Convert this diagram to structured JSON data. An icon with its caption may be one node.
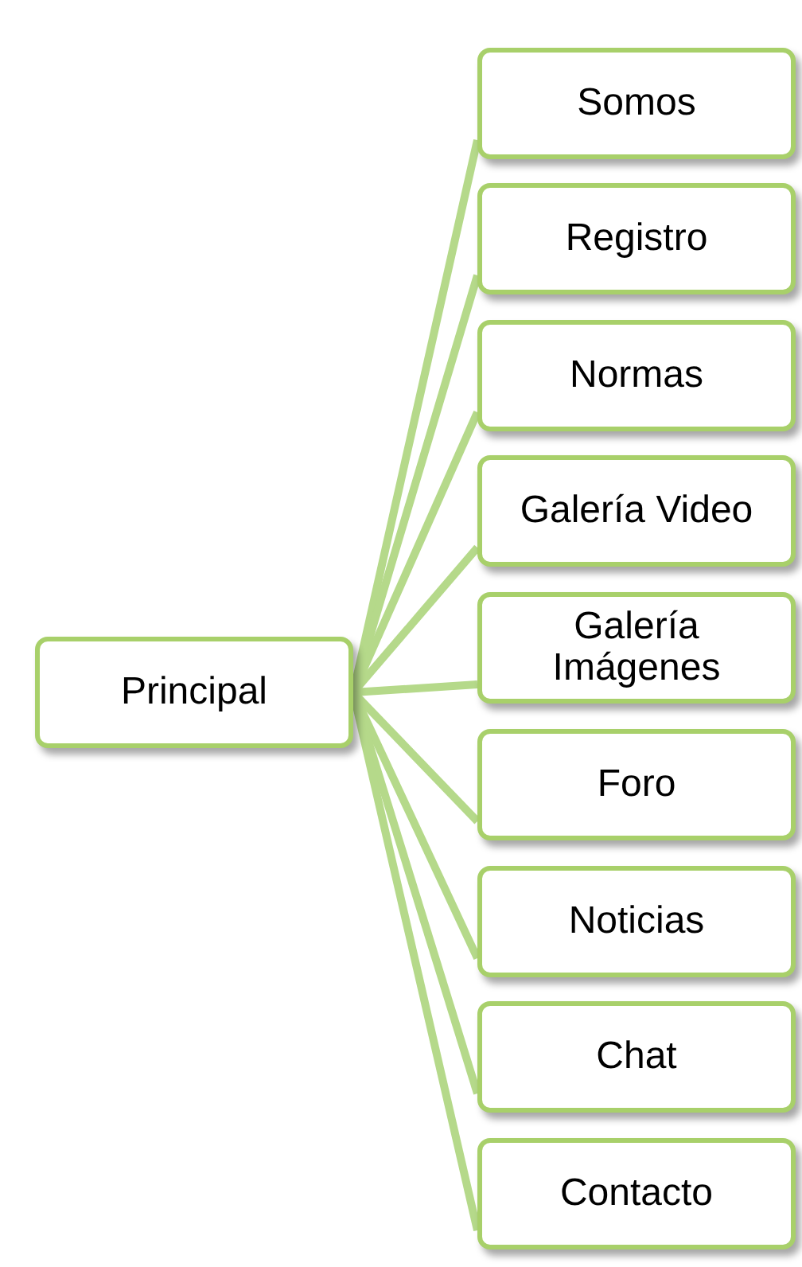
{
  "diagram": {
    "nodes": [
      {
        "text": [
          "Principal"
        ]
      },
      {
        "text": [
          "Somos"
        ]
      },
      {
        "text": [
          "Registro"
        ]
      },
      {
        "text": [
          "Normas"
        ]
      },
      {
        "text": [
          "Galería Video"
        ]
      },
      {
        "text": [
          "Galería Imágenes"
        ]
      },
      {
        "text": [
          "Foro"
        ]
      },
      {
        "text": [
          "Noticias"
        ]
      },
      {
        "text": [
          "Chat"
        ]
      },
      {
        "text": [
          "Contacto"
        ]
      }
    ],
    "edges": [
      {
        "from": 0,
        "to": 1,
        "arrow": "none"
      },
      {
        "from": 0,
        "to": 2,
        "arrow": "none"
      },
      {
        "from": 0,
        "to": 3,
        "arrow": "none"
      },
      {
        "from": 0,
        "to": 4,
        "arrow": "none"
      },
      {
        "from": 0,
        "to": 5,
        "arrow": "none"
      },
      {
        "from": 0,
        "to": 6,
        "arrow": "none"
      },
      {
        "from": 0,
        "to": 7,
        "arrow": "none"
      },
      {
        "from": 0,
        "to": 8,
        "arrow": "none"
      },
      {
        "from": 0,
        "to": 9,
        "arrow": "none"
      }
    ]
  }
}
